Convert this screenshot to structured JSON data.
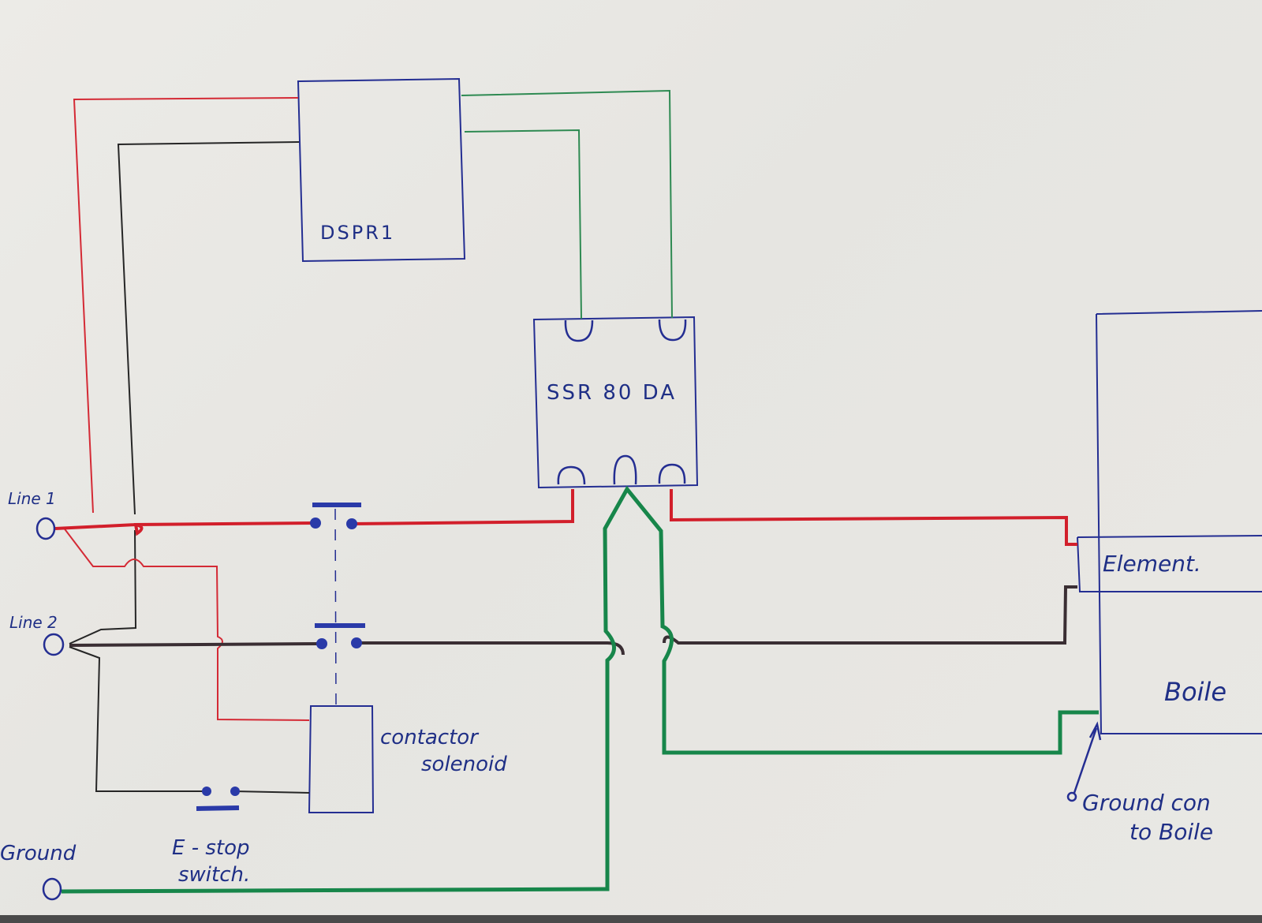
{
  "components": {
    "dspr1": {
      "label": "DSPR1"
    },
    "ssr": {
      "label": "SSR 80 DA"
    },
    "element": {
      "label": "Element."
    },
    "boiler": {
      "label": "Boile"
    },
    "contactor": {
      "label_line1": "contactor",
      "label_line2": "solenoid"
    },
    "estop": {
      "label_line1": "E - stop",
      "label_line2": "switch."
    }
  },
  "terminals": {
    "line1": {
      "label": "Line 1"
    },
    "line2": {
      "label": "Line 2"
    },
    "ground": {
      "label": "Ground"
    },
    "boiler_ground": {
      "label_line1": "Ground con",
      "label_line2": "to Boile"
    }
  },
  "colors": {
    "ink_blue": "#242e92",
    "wire_red": "#d21f2b",
    "wire_green": "#17864a",
    "wire_black": "#262626",
    "paper": "#e9e8e4"
  }
}
